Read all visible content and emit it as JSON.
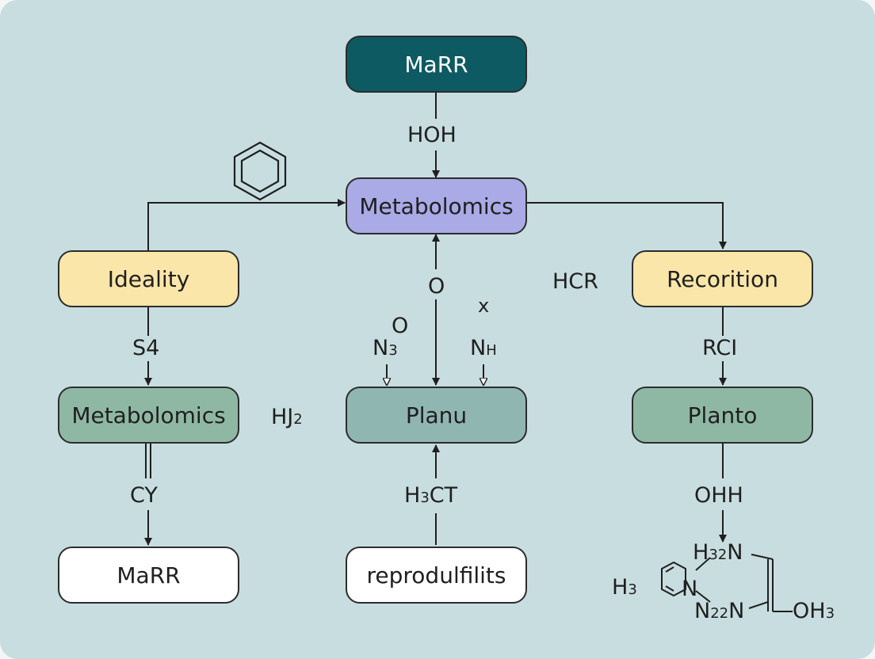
{
  "nodes": {
    "top": "MaRR",
    "center": "Metabolomics",
    "left": "Ideality",
    "right": "Recorition",
    "left_mid": "Metabolomics",
    "center_mid": "Planu",
    "right_mid": "Planto",
    "left_bottom": "MaRR",
    "center_bottom": "reprodulfilits"
  },
  "labels": {
    "hoh": "HOH",
    "s4": "S4",
    "cy": "CY",
    "hj_main": "HJ",
    "hj_sub": "2",
    "o_center": "O",
    "x": "x",
    "hcr": "HCR",
    "o_small": "O",
    "n3_main": "N",
    "n3_sub": "3",
    "nh_main": "N",
    "nh_sub": "H",
    "rci": "RCI",
    "h3ct_a": "H",
    "h3ct_sub": "3",
    "h3ct_b": "CT",
    "ohh": "OHH",
    "h32n_a": "H",
    "h32n_sub": "32",
    "h32n_b": "N",
    "h3_main": "H",
    "h3_sub": "3",
    "ring_n": "N",
    "n22n_a": "N",
    "n22n_sub": "22",
    "n22n_b": "N",
    "oh3_a": "OH",
    "oh3_sub": "3"
  }
}
